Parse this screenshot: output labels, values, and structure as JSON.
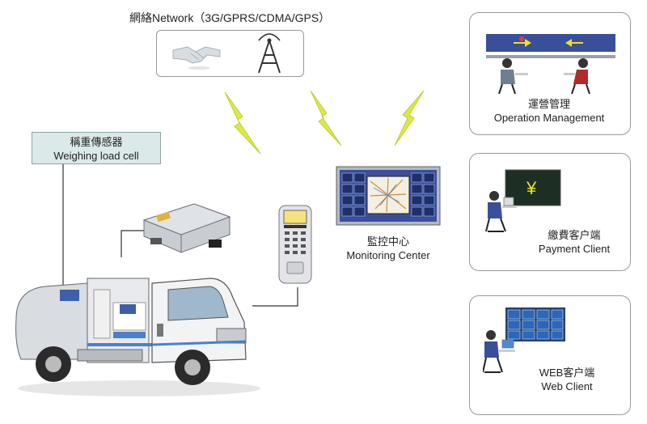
{
  "network": {
    "label": "網絡Network（3G/GPRS/CDMA/GPS）",
    "icons": [
      "handshake-icon",
      "radio-tower-icon"
    ]
  },
  "load_cell": {
    "zh": "稱重傳感器",
    "en": "Weighing load cell"
  },
  "monitoring": {
    "zh": "監控中心",
    "en": "Monitoring Center"
  },
  "operation": {
    "zh": "運營管理",
    "en": "Operation Management"
  },
  "payment": {
    "zh": "繳費客户端",
    "en": "Payment Client",
    "currency_symbol": "¥"
  },
  "web": {
    "zh": "WEB客户端",
    "en": "Web Client"
  },
  "colors": {
    "lightning": "#d8e84a",
    "label_box": "#dbe9e9",
    "monitor_panel": "#3a4f9a",
    "box_border": "#9a9a9a"
  }
}
